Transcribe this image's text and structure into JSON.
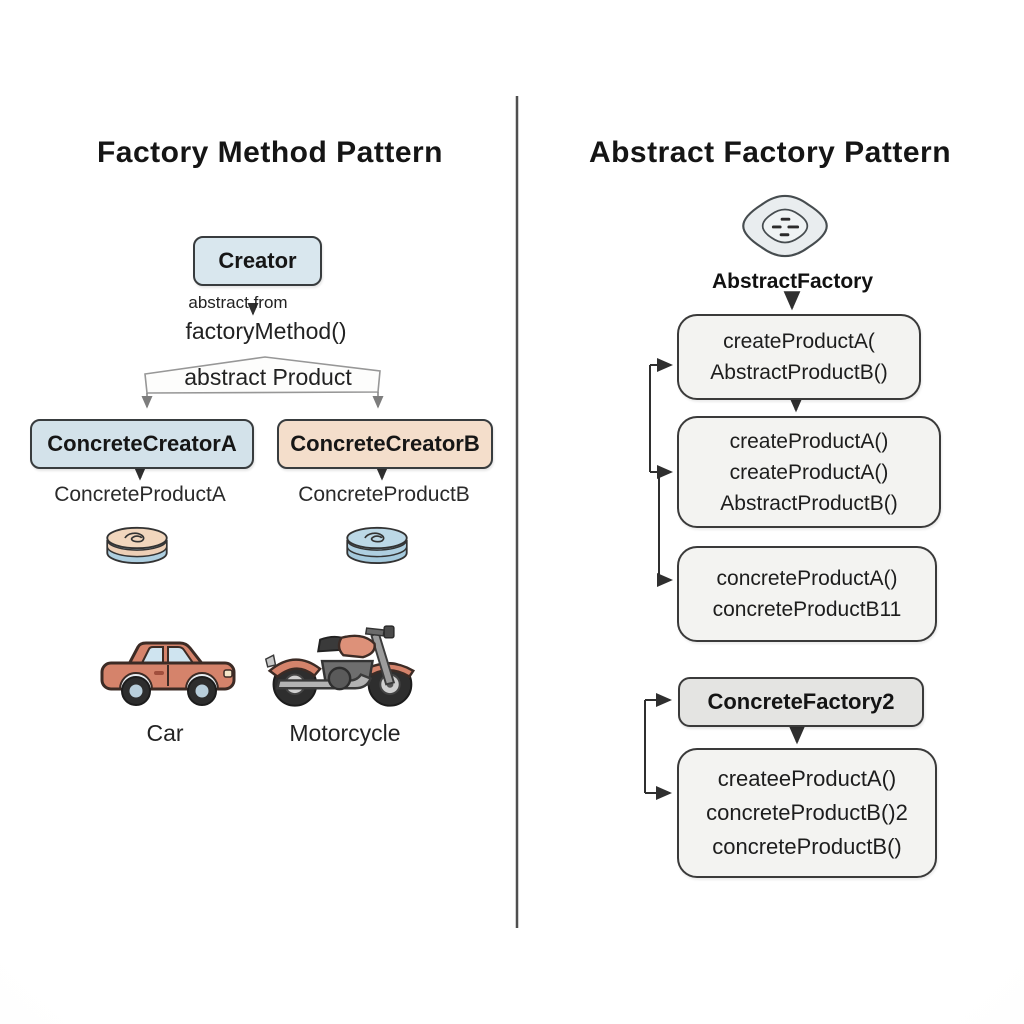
{
  "left": {
    "title": "Factory Method Pattern",
    "creator_label": "Creator",
    "abstract_from_label": "abstract from",
    "factory_method_label": "factoryMethod()",
    "abstract_product_label": "abstract Product",
    "concrete_creator_a_label": "ConcreteCreatorA",
    "concrete_creator_b_label": "ConcreteCreatorB",
    "concrete_product_a_label": "ConcreteProductA",
    "concrete_product_b_label": "ConcreteProductB",
    "car_label": "Car",
    "motorcycle_label": "Motorcycle"
  },
  "right": {
    "title": "Abstract Factory Pattern",
    "abstract_factory_label": "AbstractFactory",
    "box1": {
      "lines": [
        "createProductA(",
        "AbstractProductB()"
      ]
    },
    "box2": {
      "lines": [
        "createProductA()",
        "createProductA()",
        "AbstractProductB()"
      ]
    },
    "box3": {
      "lines": [
        "concreteProductA()",
        "concreteProductB11"
      ]
    },
    "concrete_factory2_label": "ConcreteFactory2",
    "box4": {
      "lines": [
        "createeProductA()",
        "concreteProductB()2",
        "concreteProductB()"
      ]
    }
  },
  "icons": {
    "abstract_factory_icon": "rounded-diamond-badge",
    "product_a_icon": "disc-peach",
    "product_b_icon": "disc-blue",
    "car_icon": "car",
    "motorcycle_icon": "motorcycle"
  },
  "colors": {
    "creator_blue": "#d9e7ee",
    "concrete_a_blue": "#d3e2ea",
    "concrete_b_peach": "#f4decb",
    "code_box_gray": "#f3f3f1",
    "factory_box_gray": "#e4e4e2",
    "vehicle_salmon": "#d5836b",
    "disc_peach": "#f1d6bd",
    "disc_blue": "#aecfe0",
    "connector_dark": "#2f2f2f",
    "connector_gray": "#8a8a8a",
    "divider_gray": "#4f4f4f"
  }
}
